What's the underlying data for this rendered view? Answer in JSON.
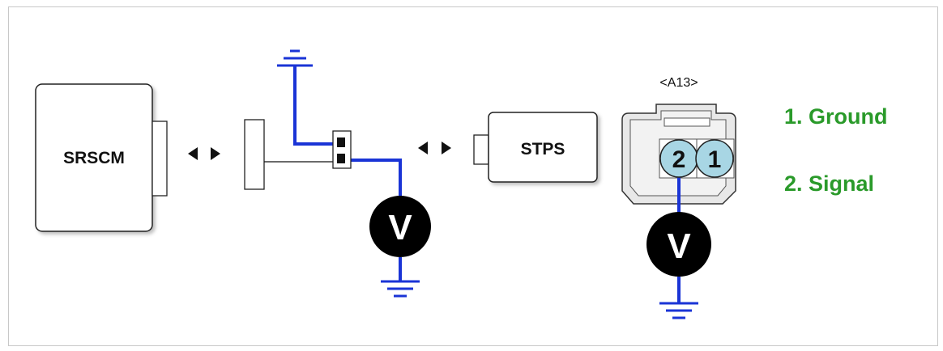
{
  "components": {
    "srscm": "SRSCM",
    "stps": "STPS"
  },
  "connector": {
    "id": "<A13>",
    "pins": [
      {
        "number": "2"
      },
      {
        "number": "1"
      }
    ]
  },
  "meters": [
    {
      "symbol": "V"
    },
    {
      "symbol": "V"
    }
  ],
  "legend": [
    {
      "text": "1. Ground"
    },
    {
      "text": "2. Signal"
    }
  ],
  "colors": {
    "wire": "#1a34d6",
    "legend": "#2a9a2a",
    "pin_fill": "#a8d6e4",
    "meter": "#000000"
  }
}
